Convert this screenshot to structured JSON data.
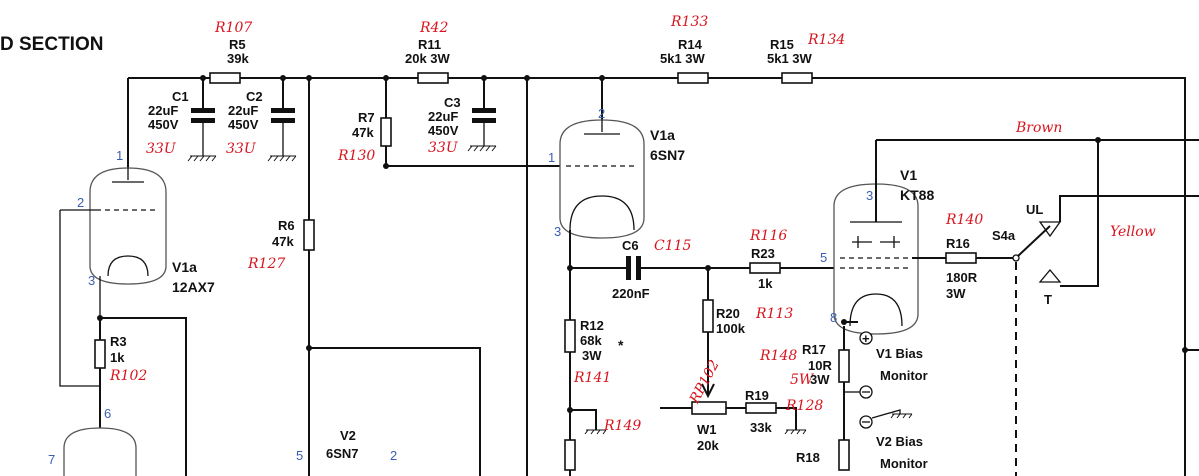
{
  "title": "D SECTION",
  "components": {
    "r5": {
      "ref": "R5",
      "value": "39k",
      "note": "R107"
    },
    "r11": {
      "ref": "R11",
      "value": "20k 3W",
      "note": "R42"
    },
    "r14": {
      "ref": "R14",
      "value": "5k1 3W",
      "note": "R133"
    },
    "r15": {
      "ref": "R15",
      "value": "5k1 3W",
      "note": "R134"
    },
    "c1": {
      "ref": "C1",
      "value1": "22uF",
      "value2": "450V",
      "note": "33U"
    },
    "c2": {
      "ref": "C2",
      "value1": "22uF",
      "value2": "450V",
      "note": "33U"
    },
    "c3": {
      "ref": "C3",
      "value1": "22uF",
      "value2": "450V",
      "note": "33U"
    },
    "r7": {
      "ref": "R7",
      "value": "47k",
      "note": "R130"
    },
    "r6": {
      "ref": "R6",
      "value": "47k",
      "note": "R127"
    },
    "r3": {
      "ref": "R3",
      "value": "1k",
      "note": "R102"
    },
    "v1a_12ax7": {
      "ref": "V1a",
      "type": "12AX7"
    },
    "v1a_6sn7": {
      "ref": "V1a",
      "type": "6SN7"
    },
    "v2_6sn7": {
      "ref": "V2",
      "type": "6SN7"
    },
    "c6": {
      "ref": "C6",
      "value": "220nF",
      "note": "C115"
    },
    "r23": {
      "ref": "R23",
      "value": "1k",
      "note": "R116"
    },
    "r12": {
      "ref": "R12",
      "value": "68k",
      "value2": "3W",
      "note": "R141",
      "mark": "*"
    },
    "r20": {
      "ref": "R20",
      "value": "100k",
      "note": "R113"
    },
    "w1": {
      "ref": "W1",
      "value": "20k",
      "note": "RP102"
    },
    "r19": {
      "ref": "R19",
      "value": "33k",
      "note": "R128"
    },
    "r17": {
      "ref": "R17",
      "value": "10R",
      "value2": "3W",
      "note": "R148",
      "note2": "5W"
    },
    "r18": {
      "ref": "R18"
    },
    "r149": {
      "note": "R149"
    },
    "v1_kt88": {
      "ref": "V1",
      "type": "KT88"
    },
    "r16": {
      "ref": "R16",
      "value": "180R",
      "value2": "3W",
      "note": "R140"
    },
    "s4a": {
      "ref": "S4a",
      "ul": "UL",
      "t": "T"
    },
    "v1_bias": {
      "line1": "V1 Bias",
      "line2": "Monitor"
    },
    "v2_bias": {
      "line1": "V2 Bias",
      "line2": "Monitor"
    }
  },
  "wire_notes": {
    "brown": "Brown",
    "yellow": "Yellow"
  },
  "pins": {
    "v1a12_p1": "1",
    "v1a12_p2": "2",
    "v1a12_p3": "3",
    "v_low_p6": "6",
    "v_low_p7": "7",
    "v1a6_p2": "2",
    "v1a6_p1": "1",
    "v1a6_p3": "3",
    "v2_p5": "5",
    "v2_p2": "2",
    "kt88_p3": "3",
    "kt88_p5": "5",
    "kt88_p8": "8"
  }
}
